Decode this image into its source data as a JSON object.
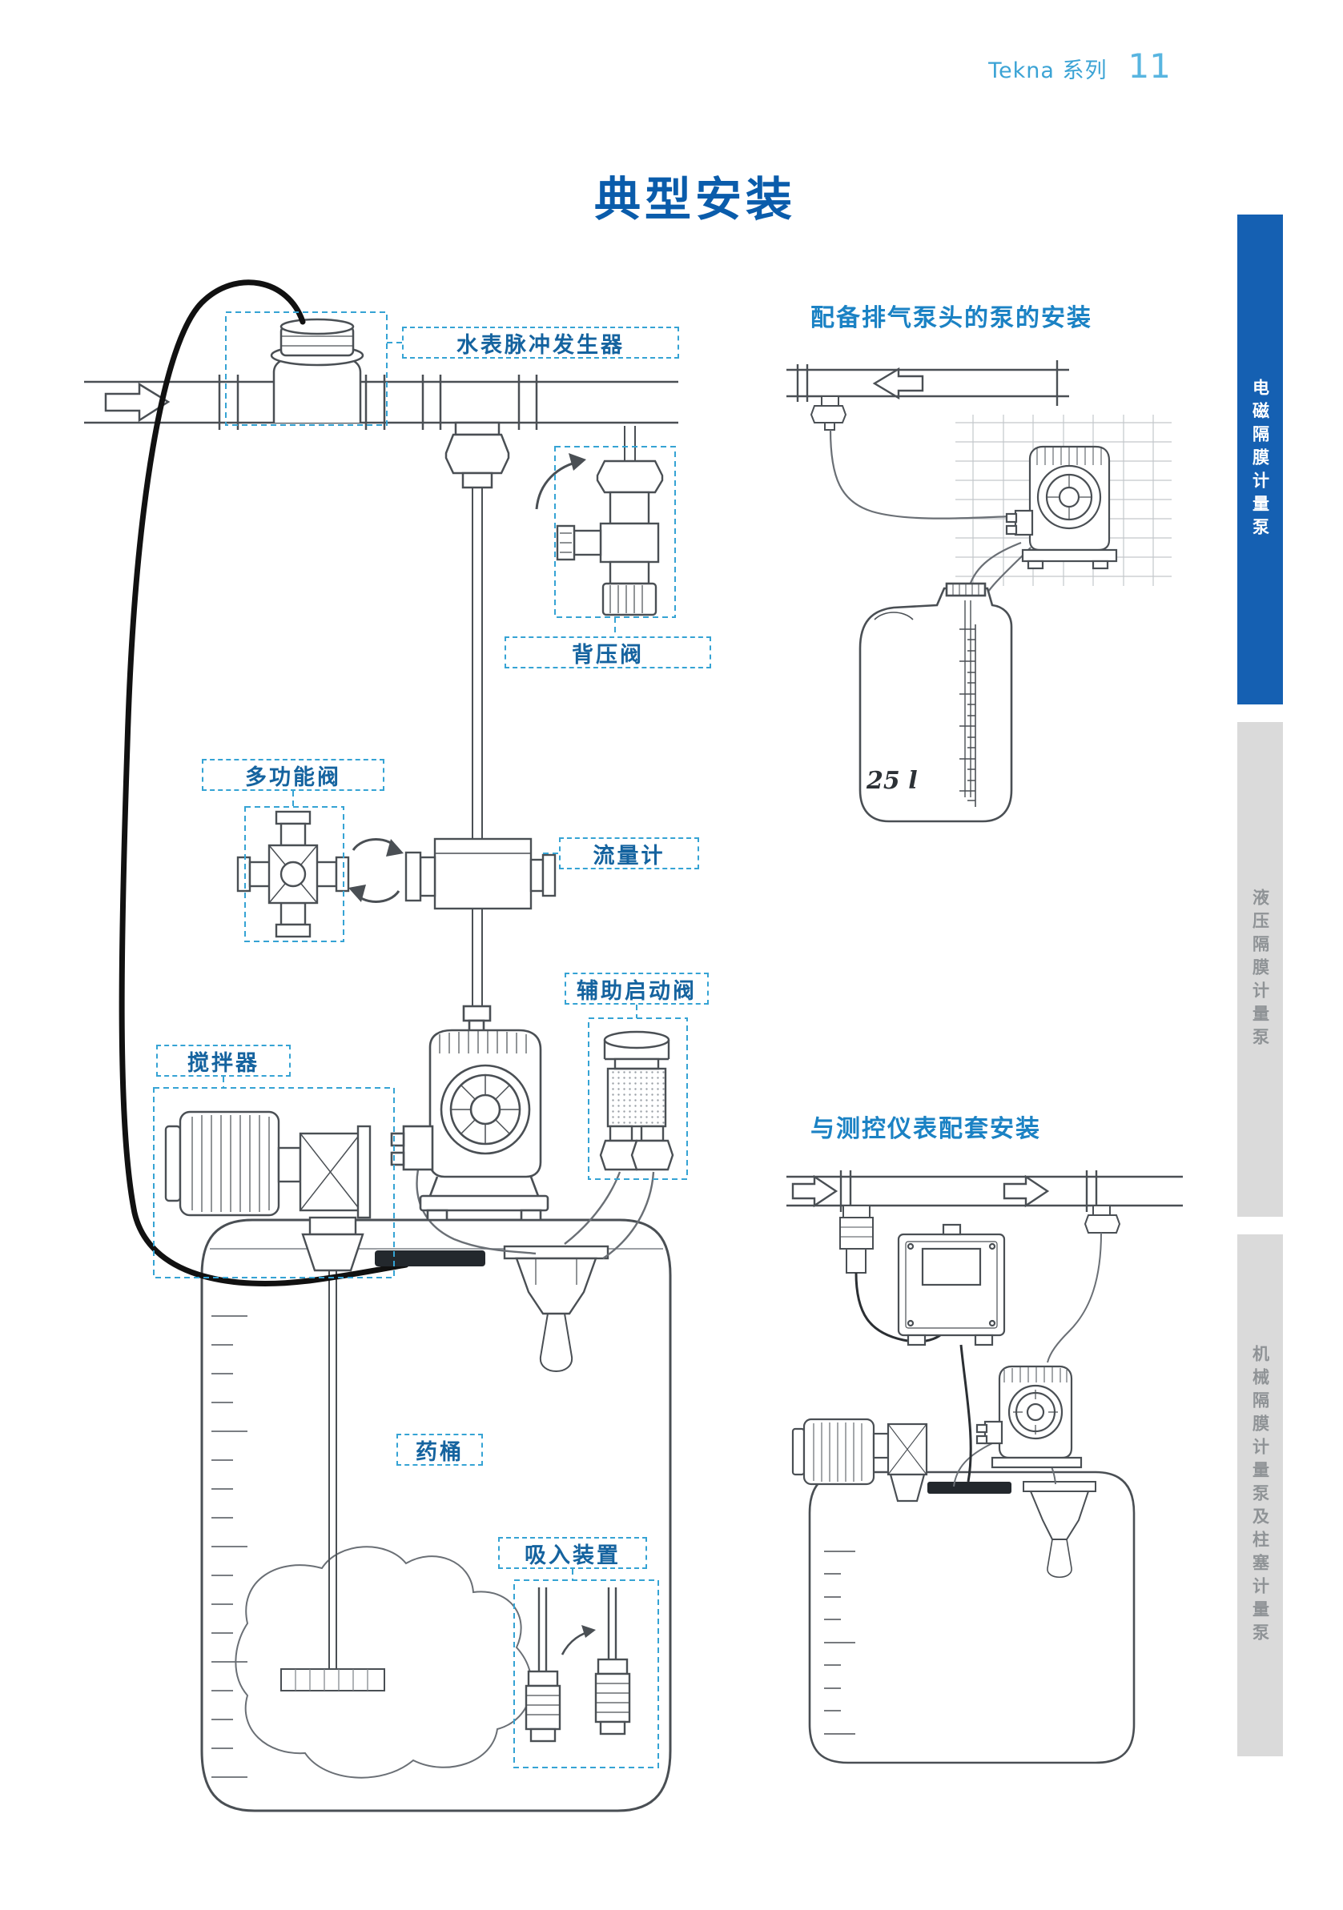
{
  "header": {
    "series": "Tekna 系列",
    "page_number": "11"
  },
  "title": "典型安装",
  "sidebar": {
    "tabs": [
      {
        "label": "电磁隔膜计量泵",
        "active": true
      },
      {
        "label": "液压隔膜计量泵",
        "active": false
      },
      {
        "label": "机械隔膜计量泵及柱塞计量泵",
        "active": false
      }
    ]
  },
  "main_diagram": {
    "callouts": [
      {
        "id": "water-meter-pulse-generator",
        "label": "水表脉冲发生器"
      },
      {
        "id": "back-pressure-valve",
        "label": "背压阀"
      },
      {
        "id": "multi-function-valve",
        "label": "多功能阀"
      },
      {
        "id": "flow-meter",
        "label": "流量计"
      },
      {
        "id": "auxiliary-start-valve",
        "label": "辅助启动阀"
      },
      {
        "id": "agitator",
        "label": "搅拌器"
      },
      {
        "id": "chemical-tank",
        "label": "药桶"
      },
      {
        "id": "suction-device",
        "label": "吸入装置"
      }
    ]
  },
  "side_diagrams": [
    {
      "title": "配备排气泵头的泵的安装",
      "annotation": "25 l"
    },
    {
      "title": "与测控仪表配套安装"
    }
  ],
  "colors": {
    "accent_cyan": "#35a3d4",
    "header_blue": "#3ba3d5",
    "title_blue": "#0a5cab",
    "section_blue": "#1b82c4",
    "callout_text": "#15639f",
    "sidebar_active_bg": "#1560b2",
    "sidebar_idle_bg": "#dadada",
    "line_art": "#4a4f54"
  }
}
